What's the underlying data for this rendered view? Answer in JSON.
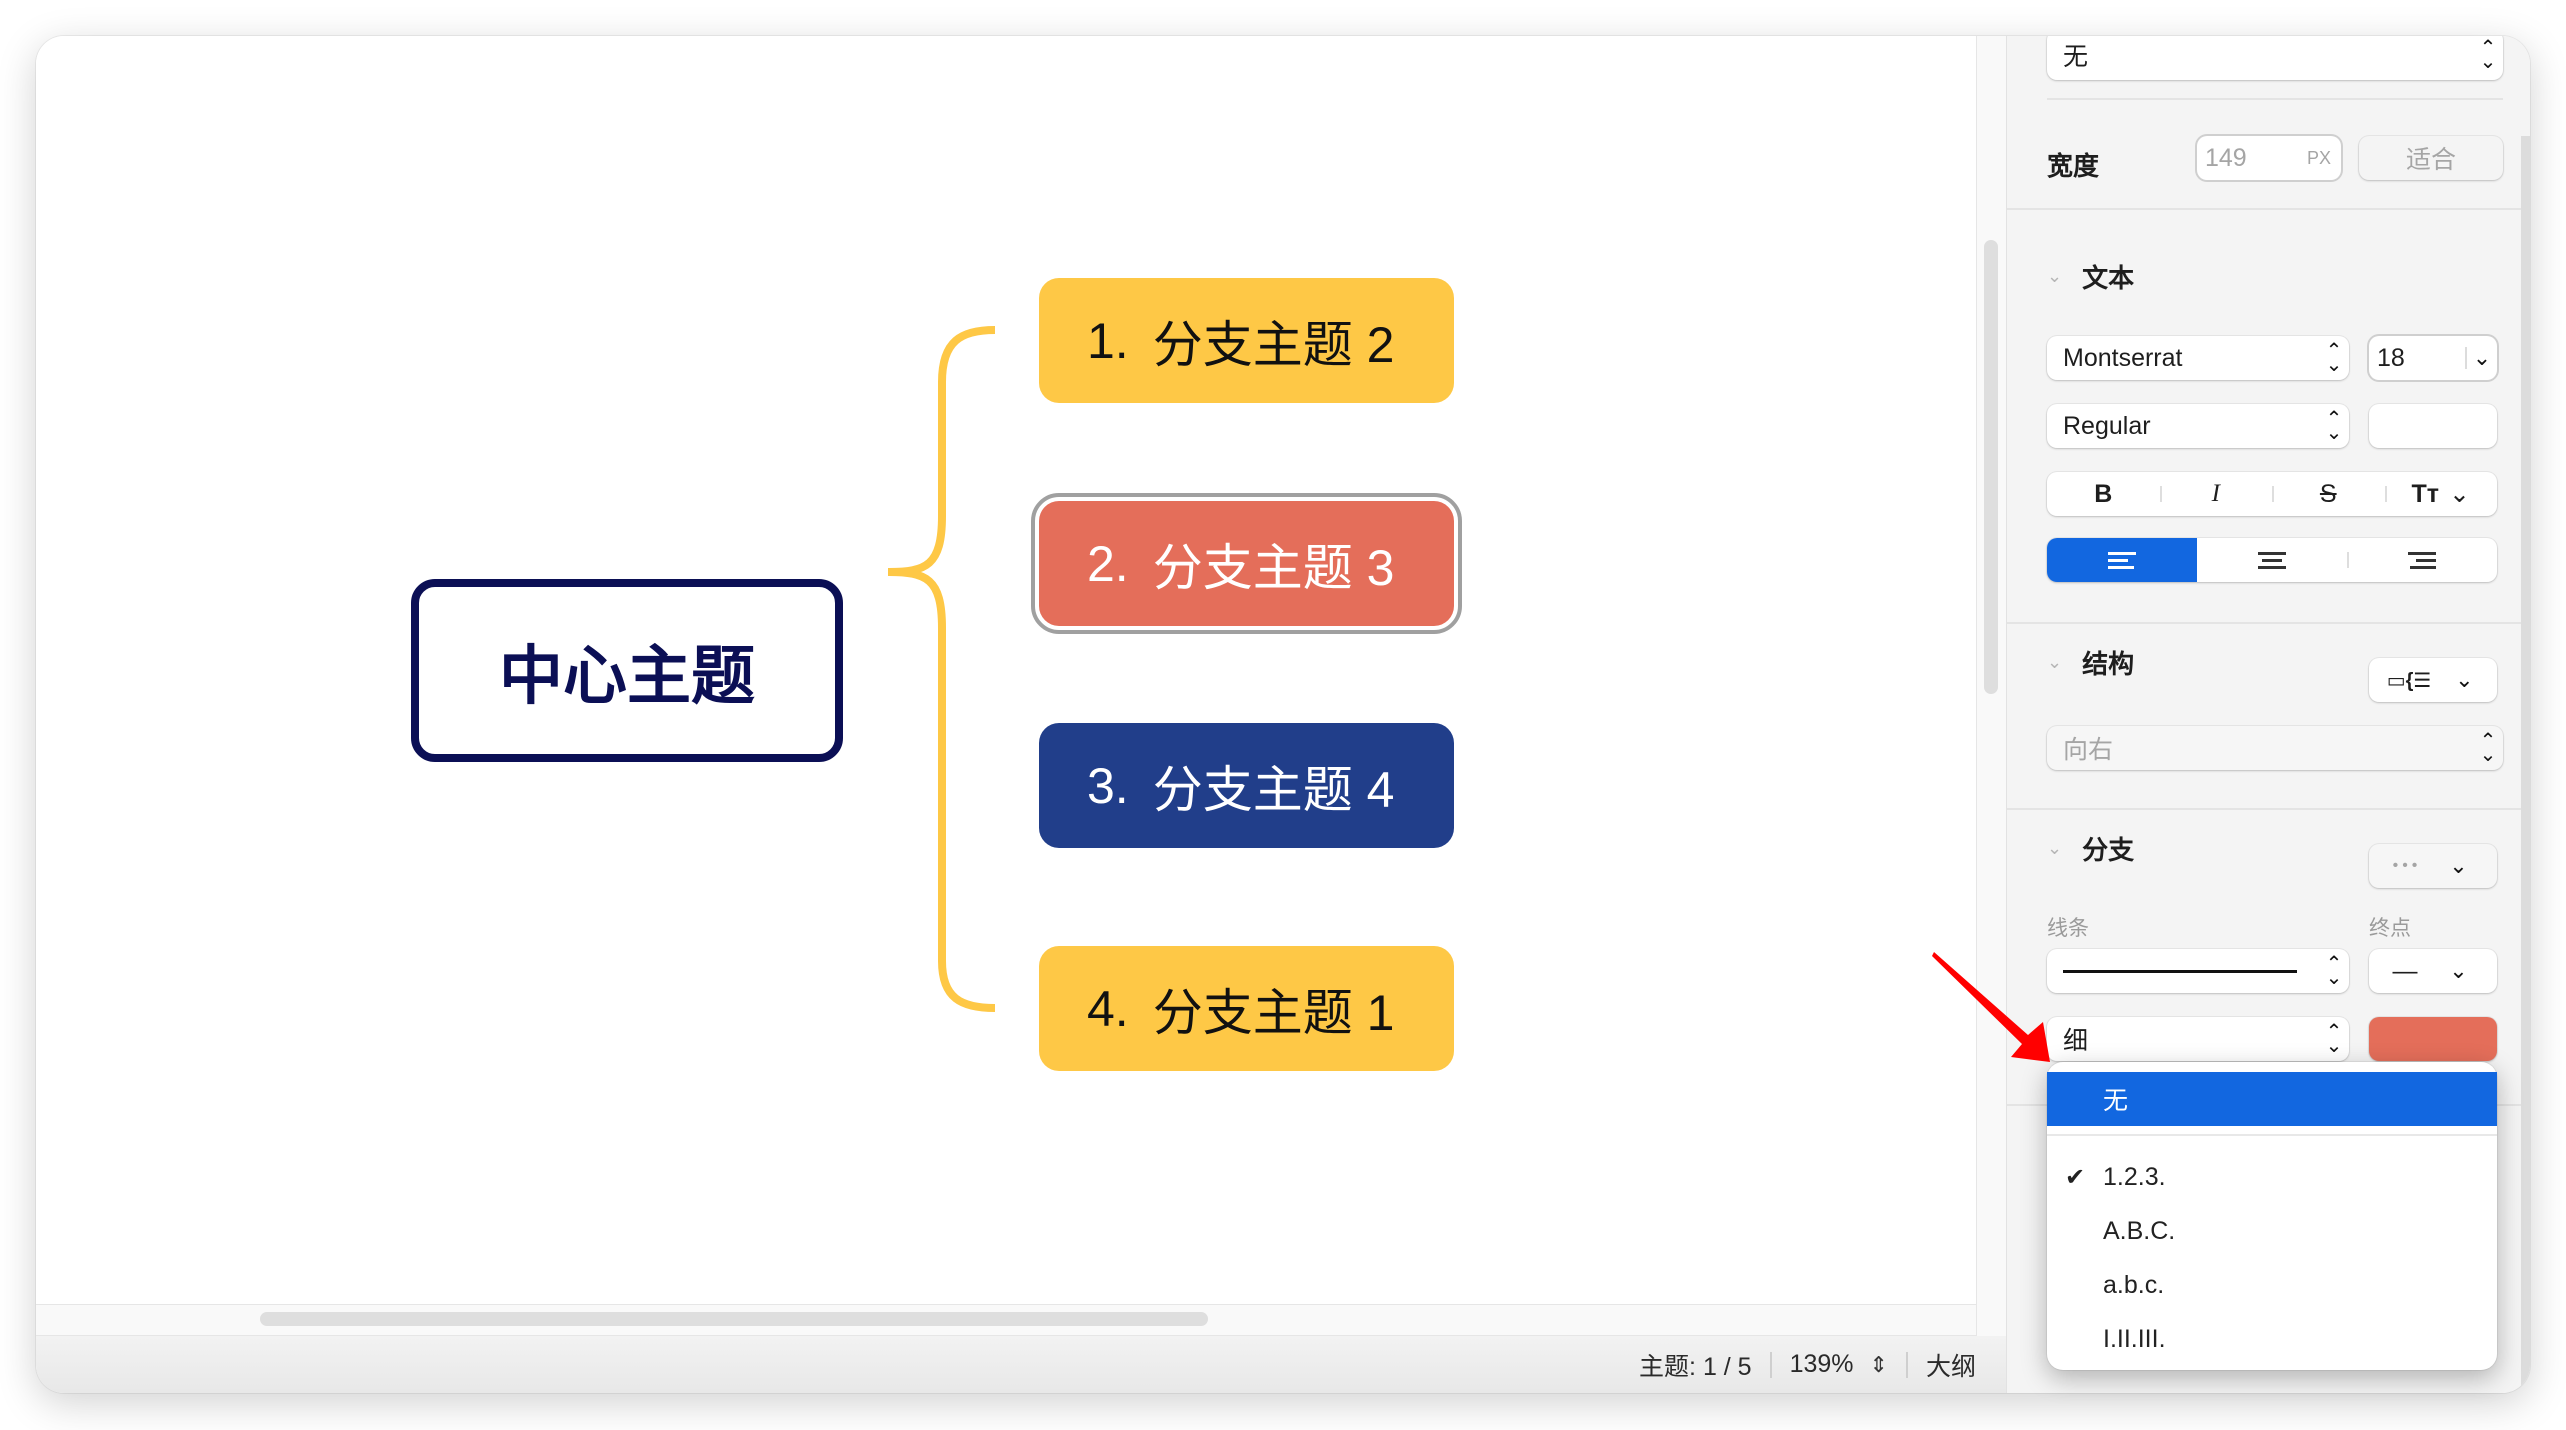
{
  "canvas": {
    "center_topic": {
      "label": "中心主题",
      "border_color": "#0b0f55",
      "text_color": "#0b0f55"
    },
    "connector_color": "#fec846",
    "branches": [
      {
        "number": "1.",
        "label": "分支主题 2",
        "bg": "#fec846",
        "text_color": "#111111",
        "selected": false
      },
      {
        "number": "2.",
        "label": "分支主题 3",
        "bg": "#e46e5a",
        "text_color": "#ffffff",
        "selected": true
      },
      {
        "number": "3.",
        "label": "分支主题 4",
        "bg": "#213e8a",
        "text_color": "#ffffff",
        "selected": false
      },
      {
        "number": "4.",
        "label": "分支主题 1",
        "bg": "#fec846",
        "text_color": "#111111",
        "selected": false
      }
    ]
  },
  "statusbar": {
    "topic_count": "主题: 1 / 5",
    "zoom": "139%",
    "zoom_stepper_icon": "⌃⌄",
    "outline_label": "大纲"
  },
  "panel": {
    "numbering_select": {
      "value": "无"
    },
    "width": {
      "label": "宽度",
      "value": "149",
      "unit": "PX",
      "fit_button": "适合"
    },
    "text_section": {
      "title": "文本",
      "font_family": "Montserrat",
      "font_size": "18",
      "font_weight": "Regular",
      "text_color": "#ffffff",
      "bold": "B",
      "italic": "I",
      "strike": "S",
      "case": "Tт",
      "align_active": "left"
    },
    "structure_section": {
      "title": "结构",
      "structure_icon": "▭{☰",
      "direction": "向右"
    },
    "branch_section": {
      "title": "分支",
      "style_icon": "•••",
      "line_label": "线条",
      "end_label": "终点",
      "end_value": "—",
      "thickness": "细",
      "line_color": "#e46e5a"
    }
  },
  "numbering_menu": {
    "items": [
      {
        "label": "无",
        "highlighted": true,
        "checked": false
      },
      {
        "label": "1.2.3.",
        "highlighted": false,
        "checked": true
      },
      {
        "label": "A.B.C.",
        "highlighted": false,
        "checked": false
      },
      {
        "label": "a.b.c.",
        "highlighted": false,
        "checked": false
      },
      {
        "label": "I.II.III.",
        "highlighted": false,
        "checked": false
      }
    ],
    "check_glyph": "✔"
  },
  "annotation": {
    "arrow_color": "#ff0000"
  }
}
